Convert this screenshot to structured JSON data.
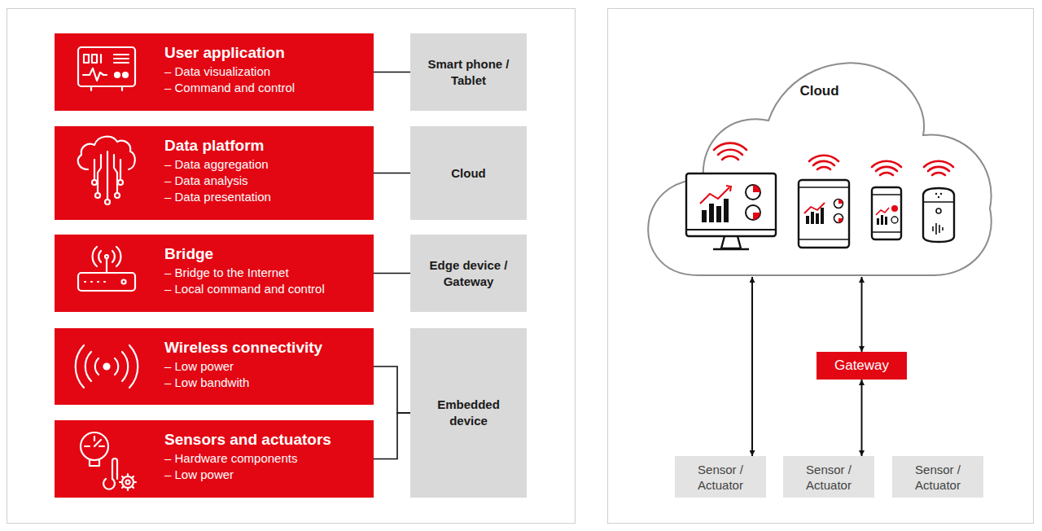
{
  "diagram": {
    "nodes": [
      {
        "text": [
          "User application",
          "– Data visualization",
          "– Command and control"
        ]
      },
      {
        "text": [
          "Smart phone / Tablet"
        ]
      },
      {
        "text": [
          "Data platform",
          "– Data aggregation",
          "– Data analysis",
          "– Data presentation"
        ]
      },
      {
        "text": [
          "Cloud"
        ]
      },
      {
        "text": [
          "Bridge",
          "– Bridge to the Internet",
          "– Local command and control"
        ]
      },
      {
        "text": [
          "Edge device / Gateway"
        ]
      },
      {
        "text": [
          "Wireless connectivity",
          "– Low power",
          "– Low bandwith"
        ]
      },
      {
        "text": [
          "Sensors and actuators",
          "– Hardware components",
          "– Low power"
        ]
      },
      {
        "text": [
          "Embedded device"
        ]
      },
      {
        "text": [
          "Cloud"
        ]
      },
      {
        "text": [
          "Gateway"
        ]
      },
      {
        "text": [
          "Sensor / Actuator"
        ]
      },
      {
        "text": [
          "Sensor / Actuator"
        ]
      },
      {
        "text": [
          "Sensor / Actuator"
        ]
      }
    ],
    "edges": [
      {
        "from": 0,
        "to": 1,
        "arrow": "none"
      },
      {
        "from": 2,
        "to": 3,
        "arrow": "none"
      },
      {
        "from": 4,
        "to": 5,
        "arrow": "none"
      },
      {
        "from": 6,
        "to": 8,
        "arrow": "none"
      },
      {
        "from": 7,
        "to": 8,
        "arrow": "none"
      },
      {
        "from": 11,
        "to": 9,
        "arrow": "both"
      },
      {
        "from": 10,
        "to": 9,
        "arrow": "both"
      },
      {
        "from": 12,
        "to": 10,
        "arrow": "both"
      }
    ]
  }
}
